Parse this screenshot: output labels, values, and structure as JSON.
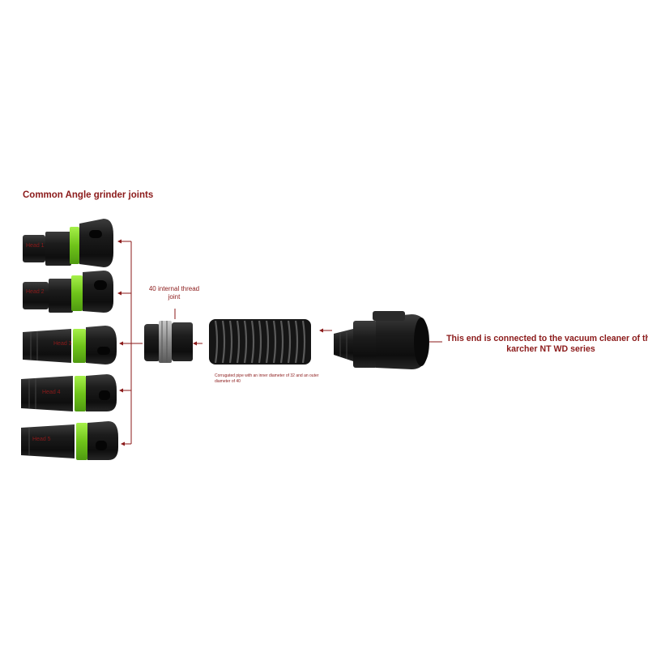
{
  "colors": {
    "label_red": "#8b1a1a",
    "accent_green": "#7ed321",
    "part_black": "#161616",
    "part_grey": "#3a3a3a",
    "ring_silver": "#8a8a8a",
    "background": "#ffffff"
  },
  "title": "Common Angle grinder joints",
  "heads": [
    {
      "label": "Head 1"
    },
    {
      "label": "Head 2"
    },
    {
      "label": "Head 3"
    },
    {
      "label": "Head 4"
    },
    {
      "label": "Head 5"
    }
  ],
  "thread_joint": {
    "label": "40 internal thread joint"
  },
  "pipe": {
    "caption": "Corrugated pipe with an inner diameter of 32 and an outer diameter of 40"
  },
  "vacuum_end": {
    "caption": "This end is connected to the vacuum cleaner of the karcher NT WD series"
  },
  "icons": {
    "arrow": "arrow-left-icon",
    "bracket": "bracket-connector"
  }
}
